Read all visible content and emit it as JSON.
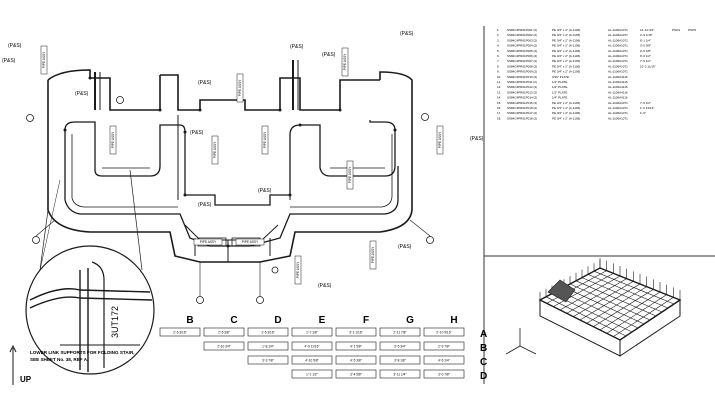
{
  "callout": "(P&S)",
  "pipe_label": "PIPE ASSY",
  "note": {
    "line1": "LOWER LINK SUPPORTS FOR FOLDING STAIR,",
    "line2": "SEE SHEET No. 38, REF A."
  },
  "up_label": "UP",
  "detail_text": "3UT172",
  "column_headers": [
    "B",
    "C",
    "D",
    "E",
    "F",
    "G",
    "H"
  ],
  "row_headers": [
    "A",
    "B",
    "C",
    "D"
  ],
  "table_rows": [
    [
      "2'-6 3/16\"",
      "2'-5 3/8\"",
      "1'-5 3/16\"",
      "1'-7 1/8\"",
      "3'-1 1/16\"",
      "2'-11 7/8\"",
      "2'-10 9/16\""
    ],
    [
      "",
      "2'-10 3/4\"",
      "1'-8 1/4\"",
      "4'-9 11/16\"",
      "4'-1 5/8\"",
      "3'-5 3/4\"",
      "2'-9 7/8\""
    ],
    [
      "",
      "",
      "3'-3 7/8\"",
      "4'-10 5/8\"",
      "4'-5 3/8\"",
      "3'-8 1/8\"",
      "4'-6 1/4\""
    ],
    [
      "",
      "",
      "",
      "1'-1 1/2\"",
      "3'-4 5/8\"",
      "3'-11 1/4\"",
      "3'-0 7/8\""
    ]
  ],
  "bom": {
    "rows": [
      [
        "1.",
        "SS84C4PR01P001 (2)",
        "PE 3/4\" x 2\" (A-1106)",
        "AL-1106A1071",
        "14'-10 3/4\"",
        "PSO4",
        "PSO5"
      ],
      [
        "2.",
        "SS84C4PR01P002 (2)",
        "PE 3/4\" x 2\" (A-1106)",
        "AL-1106A1071",
        "2'-9 1/16\"",
        "",
        ""
      ],
      [
        "3.",
        "SS84C4PR01P003 (2)",
        "PE 3/4\" x 2\" (A-1106)",
        "AL-1106A1071",
        "6'-1 1/4\"",
        "",
        ""
      ],
      [
        "4.",
        "SS84C4PR01P004 (2)",
        "PE 3/4\" x 2\" (A-1106)",
        "AL-1106A1071",
        "3'-5 3/8\"",
        "",
        ""
      ],
      [
        "5.",
        "SS84C4PR01P005 (2)",
        "PE 3/4\" x 2\" (A-1106)",
        "AL-1106A1071",
        "2'-6 1/8\"",
        "",
        ""
      ],
      [
        "6.",
        "SS84C4PR01P006 (2)",
        "PE 3/4\" x 2\" (A-1106)",
        "AL-1106A1071",
        "9'-0 1/2\"",
        "",
        ""
      ],
      [
        "7.",
        "SS84C4PR01P007 (2)",
        "PE 3/4\" x 2\" (A-1106)",
        "AL-1106A1071",
        "7'-5 1/2\"",
        "",
        ""
      ],
      [
        "8.",
        "SS84C4PR01P008 (2)",
        "PE 3/4\" x 2\" (A-1106)",
        "AL-1106A1071",
        "10'-2 11/16\"",
        "",
        ""
      ],
      [
        "9.",
        "SS84C4PR01P009 (2)",
        "PE 3/4\" x 2\" (A-1106)",
        "AL-1106A1071",
        "",
        "",
        ""
      ],
      [
        "10.",
        "SS84C4PR01P010 (2)",
        "3/16\" PLATE",
        "AL-1106A4116",
        "",
        "",
        ""
      ],
      [
        "11.",
        "SS84C4PR01P011 (2)",
        "1/4\" PLATE",
        "AL-1106A4116",
        "",
        "",
        ""
      ],
      [
        "12.",
        "SS84C4PR01P012 (2)",
        "1/2\" PLATE",
        "AL-1106A4116",
        "",
        "",
        ""
      ],
      [
        "13.",
        "SS84C4PR01P013 (2)",
        "1/2\" PLATE",
        "AL-1106A4116",
        "",
        "",
        ""
      ],
      [
        "14.",
        "SS84C4PR01P014 (2)",
        "1/4\" PLATE",
        "AL-1106A4116",
        "",
        "",
        ""
      ],
      [
        "15.",
        "SS84C4PR01P015 (2)",
        "PE 3/4\" x 2\" (A-1106)",
        "AL-1106A1071",
        "7'-6 1/2\"",
        "",
        ""
      ],
      [
        "16.",
        "SS84C4PR01P016 (2)",
        "PE 3/4\" x 2\" (A-1106)",
        "AL-1106A1071",
        "1'-0 13/16\"",
        "",
        ""
      ],
      [
        "17.",
        "SS84C4PR01P017 (2)",
        "PE 3/4\" x 2\" (A-1106)",
        "AL-1106A1071",
        "1'-6\"",
        "",
        ""
      ],
      [
        "18.",
        "SS84C4PR01P018 (2)",
        "PE 3/4\" x 2\" (A-1106)",
        "AL-1106A1071",
        "",
        "",
        ""
      ]
    ]
  },
  "colors": {
    "ink": "#1a1a1a",
    "paper": "#ffffff",
    "border": "#333333"
  }
}
